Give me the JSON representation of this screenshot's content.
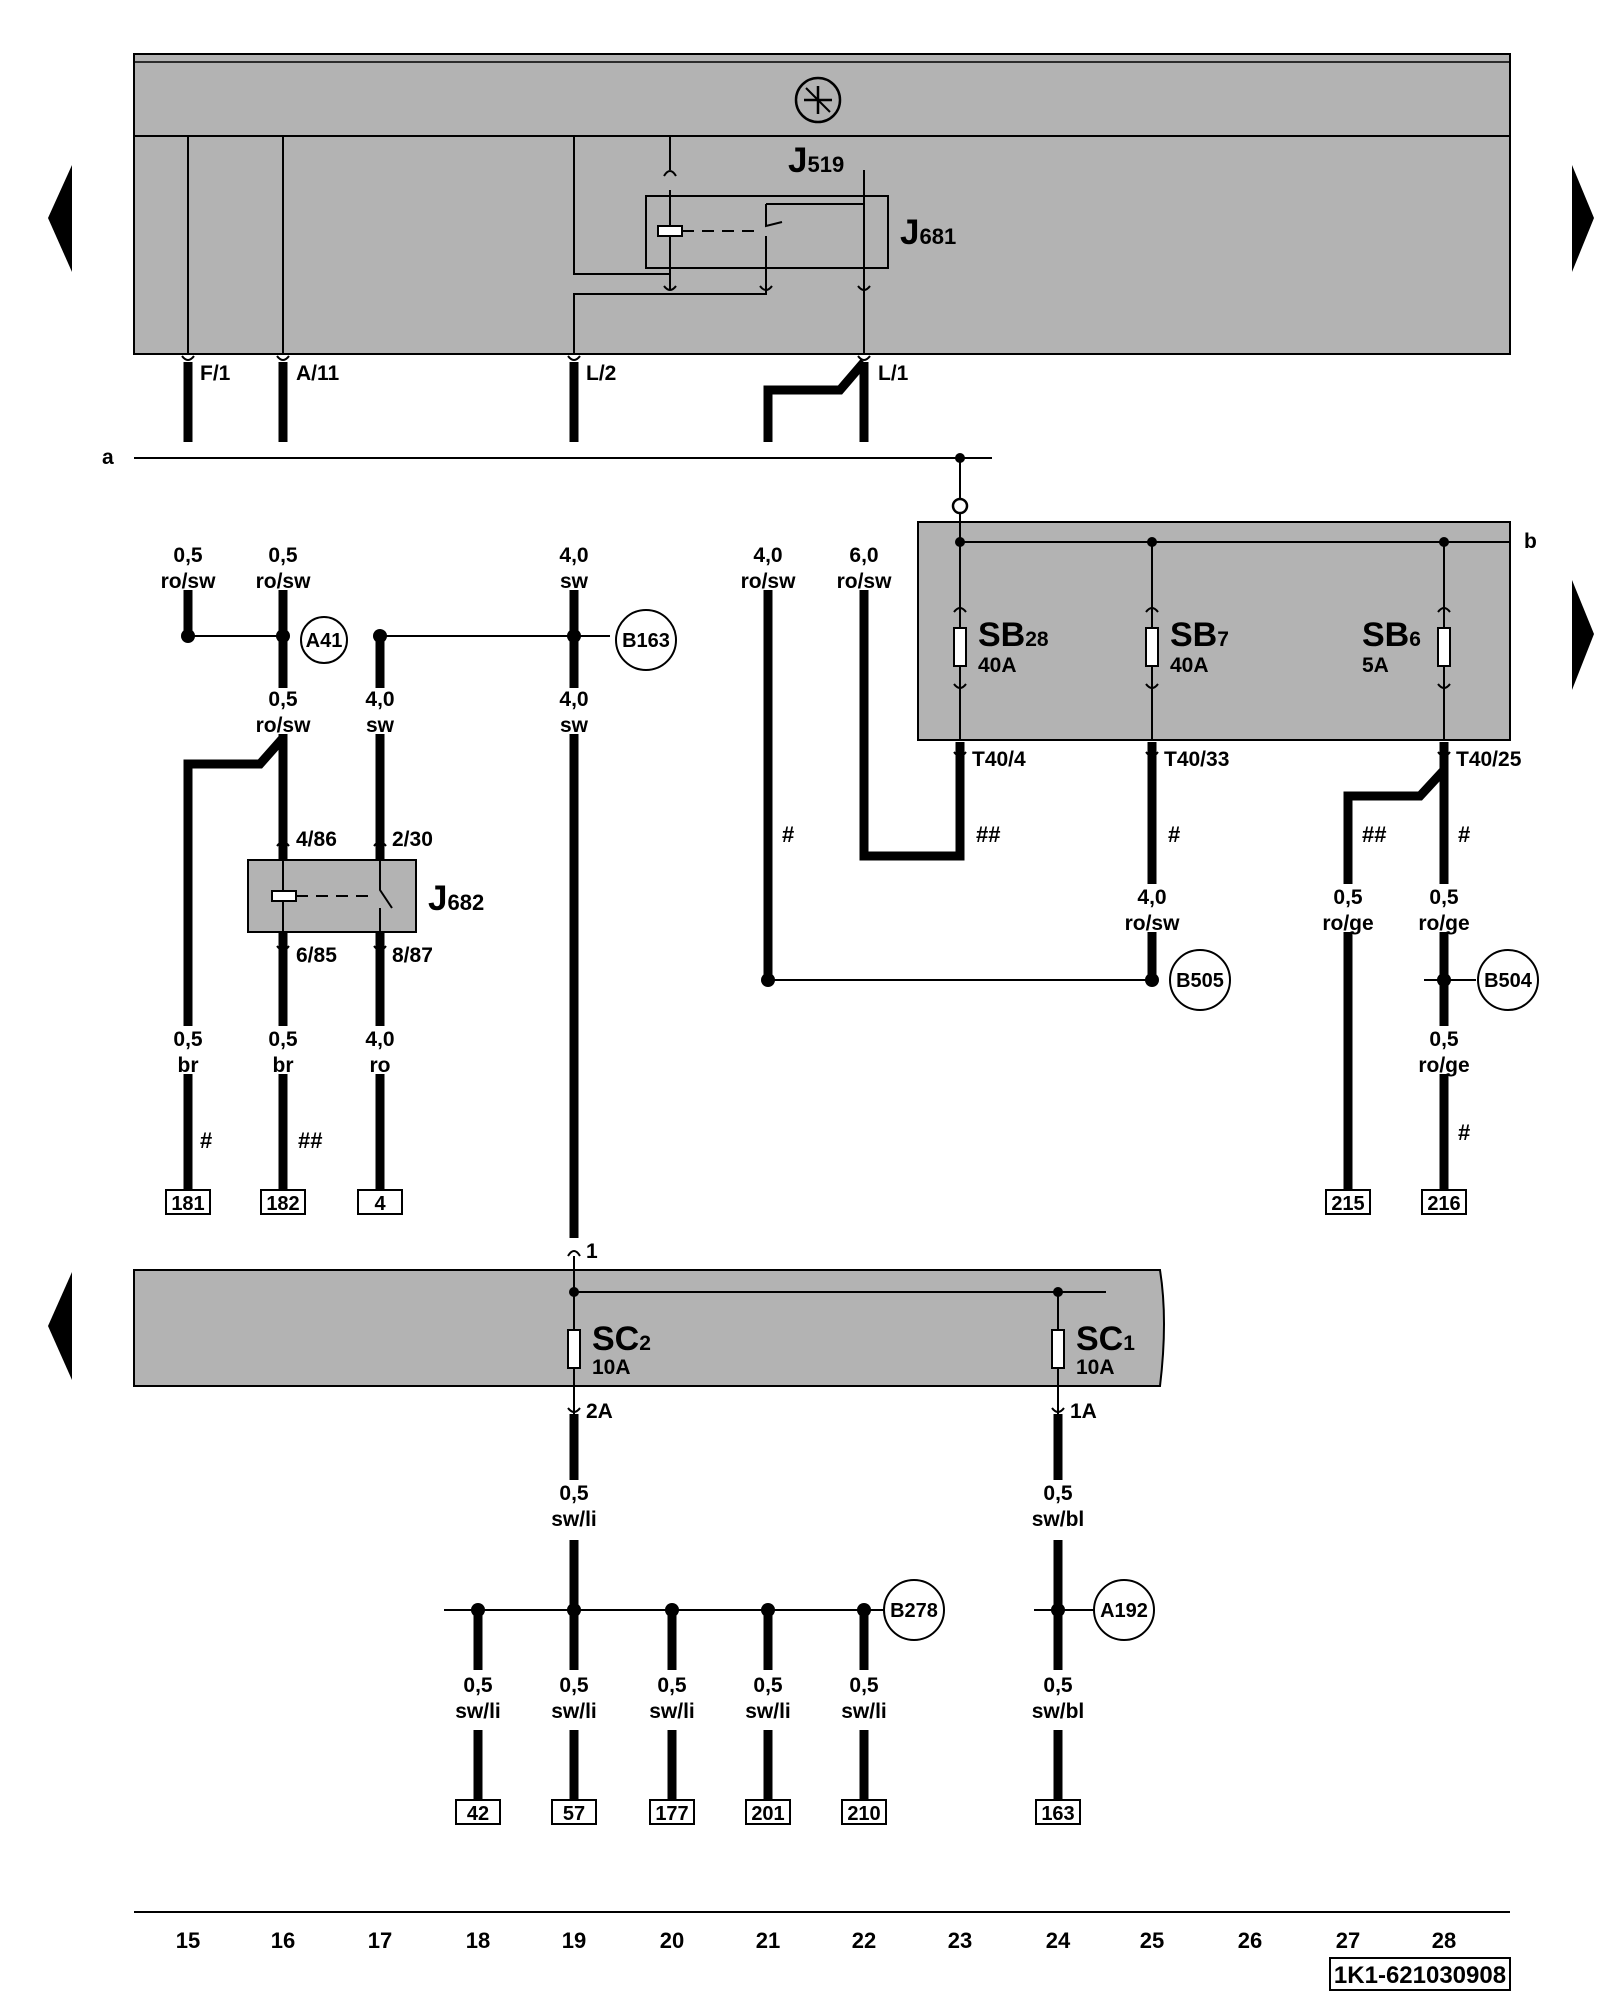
{
  "diagram_id": "1K1-621030908",
  "nav": {
    "prev_icon": "triangle-left-icon",
    "next_icon": "triangle-right-icon"
  },
  "top_unit": {
    "icon": "ground-symbol-icon",
    "relay_carrier": "J519",
    "relay": "J681",
    "pins": [
      "F/1",
      "A/11",
      "L/2",
      "L/1"
    ]
  },
  "lines": {
    "a": "a",
    "b": "b"
  },
  "fuse_box_b": {
    "fuses": [
      {
        "name": "SB",
        "num": "28",
        "rating": "40A",
        "pin": "T40/4"
      },
      {
        "name": "SB",
        "num": "7",
        "rating": "40A",
        "pin": "T40/33"
      },
      {
        "name": "SB",
        "num": "6",
        "rating": "5A",
        "pin": "T40/25"
      }
    ]
  },
  "relay_j682": {
    "name": "J682",
    "pins": [
      "4/86",
      "2/30",
      "6/85",
      "8/87"
    ]
  },
  "fuse_box_c": {
    "input_pin": "1",
    "fuses": [
      {
        "name": "SC",
        "num": "2",
        "rating": "10A",
        "pin": "2A"
      },
      {
        "name": "SC",
        "num": "1",
        "rating": "10A",
        "pin": "1A"
      }
    ]
  },
  "connectors": [
    "A41",
    "B163",
    "B505",
    "B504",
    "B278",
    "A192"
  ],
  "wires": {
    "w_f1": [
      "0,5",
      "ro/sw"
    ],
    "w_a11": [
      "0,5",
      "ro/sw"
    ],
    "w_l2": [
      "4,0",
      "sw"
    ],
    "w_l1a": [
      "4,0",
      "ro/sw"
    ],
    "w_l1b": [
      "6,0",
      "ro/sw"
    ],
    "w_16b": [
      "0,5",
      "ro/sw"
    ],
    "w_17": [
      "4,0",
      "sw"
    ],
    "w_19b": [
      "4,0",
      "sw"
    ],
    "w_15c": [
      "0,5",
      "br"
    ],
    "w_16c": [
      "0,5",
      "br"
    ],
    "w_17c": [
      "4,0",
      "ro"
    ],
    "w_25": [
      "4,0",
      "ro/sw"
    ],
    "w_27": [
      "0,5",
      "ro/ge"
    ],
    "w_28a": [
      "0,5",
      "ro/ge"
    ],
    "w_28b": [
      "0,5",
      "ro/ge"
    ],
    "w_19c": [
      "0,5",
      "sw/li"
    ],
    "w_24c": [
      "0,5",
      "sw/bl"
    ],
    "w_18d": [
      "0,5",
      "sw/li"
    ],
    "w_19d": [
      "0,5",
      "sw/li"
    ],
    "w_20d": [
      "0,5",
      "sw/li"
    ],
    "w_21d": [
      "0,5",
      "sw/li"
    ],
    "w_22d": [
      "0,5",
      "sw/li"
    ],
    "w_24d": [
      "0,5",
      "sw/bl"
    ]
  },
  "marks": {
    "single": "#",
    "double": "##"
  },
  "terminals": [
    "181",
    "182",
    "4",
    "215",
    "216",
    "42",
    "57",
    "177",
    "201",
    "210",
    "163"
  ],
  "columns": [
    "15",
    "16",
    "17",
    "18",
    "19",
    "20",
    "21",
    "22",
    "23",
    "24",
    "25",
    "26",
    "27",
    "28"
  ]
}
